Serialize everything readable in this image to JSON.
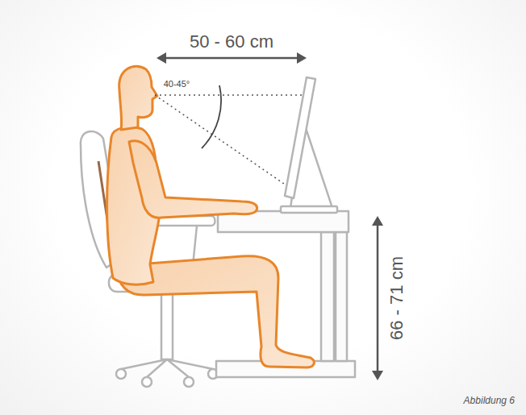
{
  "diagram": {
    "caption": "Abbildung 6",
    "labels": [
      "50 - 60 cm",
      "40-45°",
      "66 - 71 cm"
    ]
  }
}
